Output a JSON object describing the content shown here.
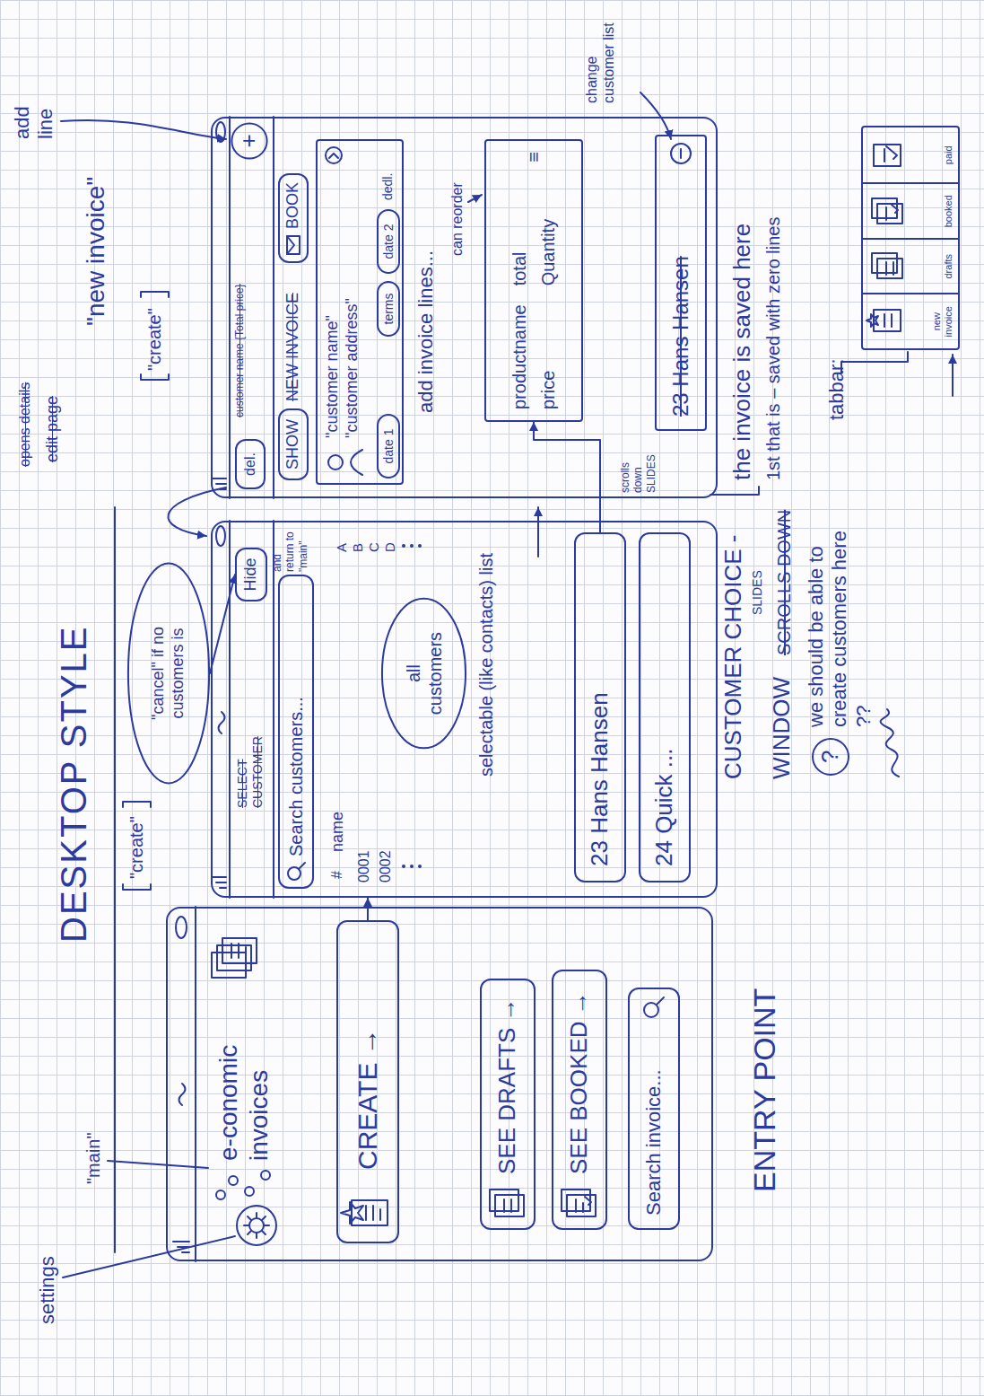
{
  "diagram": {
    "title": "DESKTOP STYLE",
    "nodes": [
      {
        "text": [
          "ENTRY POINT"
        ]
      },
      {
        "text": [
          "CREATE →"
        ],
        "in": 0
      },
      {
        "text": [
          "SEE DRAFTS →"
        ],
        "in": 0
      },
      {
        "text": [
          "SEE BOOKED →"
        ],
        "in": 0
      },
      {
        "text": [
          "Search invoice..."
        ],
        "in": 0
      },
      {
        "text": [
          "CUSTOMER CHOICE -"
        ]
      },
      {
        "text": [
          "Hide"
        ],
        "in": 5
      },
      {
        "text": [
          "Search customers..."
        ],
        "in": 5
      },
      {
        "text": [
          "all customers"
        ],
        "in": 5
      },
      {
        "text": [
          "23 Hans Hansen"
        ],
        "in": 5
      },
      {
        "text": [
          "24 Quick ..."
        ],
        "in": 5
      },
      {
        "text": [
          "\"cancel\" if no customers is"
        ]
      },
      {
        "text": [
          "\"new invoice\""
        ]
      },
      {
        "text": [
          "del."
        ],
        "in": 12
      },
      {
        "text": [
          "+"
        ],
        "in": 12
      },
      {
        "text": [
          "SHOW"
        ],
        "in": 12
      },
      {
        "text": [
          "BOOK"
        ],
        "in": 12
      },
      {
        "text": [
          "\"customer name\"",
          "\"customer address\""
        ],
        "in": 12
      },
      {
        "text": [
          "date 1"
        ],
        "in": 17
      },
      {
        "text": [
          "terms"
        ],
        "in": 17
      },
      {
        "text": [
          "date 2"
        ],
        "in": 17
      },
      {
        "text": [
          "productname",
          "total",
          "price",
          "Quantity",
          "≡"
        ],
        "in": 12
      },
      {
        "text": [
          "23 Hans Hansen"
        ],
        "in": 12
      },
      {
        "text": [
          "tabbar:"
        ]
      },
      {
        "text": [
          "new invoice"
        ],
        "in": 23
      },
      {
        "text": [
          "drafts"
        ],
        "in": 23
      },
      {
        "text": [
          "booked"
        ],
        "in": 23
      },
      {
        "text": [
          "paid"
        ],
        "in": 23
      }
    ],
    "edges": [
      {
        "from": 1,
        "to": 5,
        "arrow": "to"
      },
      {
        "from": 11,
        "to": 6,
        "arrow": "to"
      },
      {
        "from": 9,
        "to": 21,
        "arrow": "to"
      }
    ],
    "labels": [
      "settings",
      "\"main\"",
      "e-conomic invoices",
      "\"create\"",
      "SELECT CUSTOMER",
      "and return to \"main\"",
      "#",
      "name",
      "0001",
      "0002",
      "A B C D",
      "selectable (like contacts) list",
      "scrolls down SLIDES",
      "WINDOW",
      "SCROLLS DOWN",
      "SLIDES",
      "?",
      "we should be able to create customers here ??",
      "opens details",
      "edit page",
      "\"create\"",
      "add line",
      "customer name {Total price}",
      "NEW INVOICE",
      "dedl.",
      "add invoice lines...",
      "can reorder",
      "change customer list",
      "the invoice is saved here",
      "1st that is – saved with zero lines"
    ]
  }
}
